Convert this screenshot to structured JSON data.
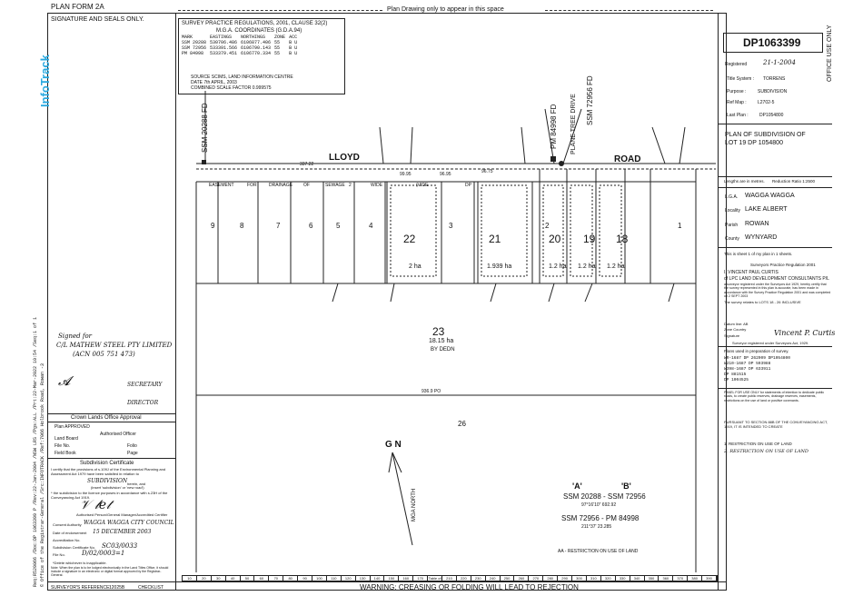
{
  "header": {
    "plan_form": "PLAN FORM 2A",
    "sig_title": "SIGNATURE AND SEALS ONLY.",
    "plan_drawing_note": "Plan Drawing only to appear in this space",
    "office_use": "OFFICE USE ONLY"
  },
  "watermark": {
    "brand": "InfoTrack"
  },
  "left_margin_text": "Req:R529066 /Doc:DP 1063399 P /Rev:22-Jan-2004 /NSW LRS /Pgs:ALL /Prt:22-Mar-2022 10:54 /Seq:1 of 1",
  "left_margin_text2": "© Office of the Registrar-General /Src:INFOTRACK /Ref:7066 Holbrook Road, Rowan -3",
  "signatures": {
    "signed": "Signed for",
    "company": "C/L MATHEW STEEL PTY LIMITED",
    "acn": "(ACN 005 751 473)",
    "secretary": "SECRETARY",
    "director": "DIRECTOR"
  },
  "crown_lands": {
    "title": "Crown Lands Office Approval",
    "plan_approved": "Plan APPROVED",
    "authorised": "Authorised Officer",
    "land_board": "Land Board",
    "file_no": "File No.",
    "folio": "Folio",
    "field_book": "Field Book",
    "page": "Page"
  },
  "subdivision_cert": {
    "title": "Subdivision Certificate",
    "body": "I certify that the provisions of s.109J of the Environmental Planning and Assessment Act 1979 have been satisfied in relation to",
    "proposed": "SUBDIVISION",
    "herein": "herein, and",
    "insert": "(insert 'subdivision' or 'new road')",
    "note": "* the subdivision to the licence purposes in accordance with s.23H of the Conveyancing Act 1919.",
    "authorised": "Authorised Person/General Manager/Accredited Certifier",
    "consent_authority_label": "Consent Authority",
    "consent_authority": "WAGGA WAGGA CITY COUNCIL",
    "date_label": "Date of endorsement",
    "date": "15 DECEMBER 2003",
    "accreditation_label": "Accreditation No.",
    "cert_no_label": "Subdivision Certificate No.",
    "cert_no": "SC03/0033",
    "file_no_label": "File No.",
    "file_no": "D/02/0003=1",
    "delete": "*Delete whichever is inapplicable.",
    "footnote": "Note: When the plan is to be lodged electronically in the Land Titles Office, it should include a signature in an electronic or digital format approved by the Registrar-General."
  },
  "footer": {
    "surveyors_ref": "SURVEYOR'S REFERENCE:",
    "ref_value": "12025B",
    "checklist": "CHECKLIST",
    "warning": "WARNING: CREASING OR FOLDING WILL LEAD TO REJECTION",
    "ruler_marks": [
      "10",
      "20",
      "30",
      "40",
      "50",
      "60",
      "70",
      "80",
      "90",
      "100",
      "110",
      "120",
      "130",
      "140",
      "150",
      "160",
      "170",
      "Table of mm",
      "210",
      "220",
      "230",
      "240",
      "250",
      "260",
      "270",
      "280",
      "290",
      "300",
      "310",
      "320",
      "330",
      "340",
      "350",
      "360",
      "370",
      "380",
      "390"
    ]
  },
  "coord_table": {
    "title": "SURVEY PRACTICE REGULATIONS, 2001, CLAUSE 32(2)",
    "subtitle": "M.G.A. COORDINATES (G.D.A.94)",
    "columns": [
      "MARK",
      "EASTINGS",
      "NORTHINGS",
      "ZONE",
      "ACC"
    ],
    "rows": [
      [
        "SSM 20288",
        "530706.486",
        "6106877.406",
        "55",
        "B U"
      ],
      [
        "SSM 72956",
        "533391.566",
        "6106790.143",
        "55",
        "B U"
      ],
      [
        "PM 84998",
        "533379.451",
        "6106770.334",
        "55",
        "B U"
      ]
    ],
    "source": "SOURCE  SCIMS, LAND INFORMATION CENTRE",
    "date": "DATE   7th APRIL, 2003",
    "factor": "COMBINED SCALE FACTOR  0.999575"
  },
  "plan": {
    "road_name_1": "LLOYD",
    "road_name_2": "ROAD",
    "street": "PLANE TREE DRIVE",
    "lots": [
      {
        "num": "9"
      },
      {
        "num": "8"
      },
      {
        "num": "7"
      },
      {
        "num": "6"
      },
      {
        "num": "5"
      },
      {
        "num": "4"
      },
      {
        "num": "22",
        "area": "2 ha"
      },
      {
        "num": "3"
      },
      {
        "num": "21",
        "area": "1.939 ha"
      },
      {
        "num": "2"
      },
      {
        "num": "20",
        "area": "1.2 ha"
      },
      {
        "num": "19",
        "area": "1.2 ha"
      },
      {
        "num": "18",
        "area": "1.2 ha"
      },
      {
        "num": "1"
      }
    ],
    "easement_labels": [
      "EASEMENT",
      "FOR",
      "DRAINAGE",
      "OF",
      "SEWAGE",
      "2",
      "WIDE",
      "(VIDE",
      "DP"
    ],
    "lot23": {
      "num": "23",
      "area": "18.15 ha",
      "by": "BY DEDN"
    },
    "lot26": "26",
    "dims": {
      "top": "337.22",
      "bottom": "936.9 PO",
      "d1": "99.95",
      "d2": "96.95",
      "d3": "96.75"
    },
    "north": "G N",
    "mga_north": "MGA NORTH",
    "ssm_20288_fd": "SSM 20288 FD",
    "ssm_72956_fd": "SSM 72956 FD",
    "pm_84998_fd": "PM 84998 FD",
    "bearing_note": {
      "a_label": "'A'",
      "b_label": "'B'",
      "line1": "SSM 20288 - SSM 72956",
      "line1_vals": "97°16'10\"     692.92",
      "line2": "SSM 72956 - PM 84998",
      "line2_vals": "211°37'      23.285"
    },
    "restriction_note": "AA - RESTRICTION ON USE OF LAND"
  },
  "right_panel": {
    "dp": "DP1063399",
    "registered_label": "Registered",
    "registered_date": "21-1-2004",
    "title_system_label": "Title System :",
    "title_system": "TORRENS",
    "purpose_label": "Purpose :",
    "purpose": "SUBDIVISION",
    "ref_map_label": "Ref Map :",
    "ref_map": "L2702-5",
    "last_plan_label": "Last Plan :",
    "last_plan": "DP1054800",
    "plan_of_1": "PLAN OF SUBDIVISION OF",
    "plan_of_2": "LOT 19 DP 1054800",
    "lengths": "Lengths are in metres.",
    "reduction": "Reduction Ratio 1:2500",
    "lga_label": "L.G.A.",
    "lga": "WAGGA WAGGA",
    "locality_label": "Locality",
    "locality": "LAKE ALBERT",
    "parish_label": "Parish",
    "parish": "ROWAN",
    "county_label": "County",
    "county": "WYNYARD",
    "sheet": "This is sheet 1 of my plan in 1 sheets.",
    "surveyors_reg": "Surveyors Practice Regulation 2001",
    "surveyor_name": "I, VINCENT PAUL CURTIS",
    "surveyor_firm": "of LPC LAND DEVELOPMENT CONSULTANTS P/L",
    "cert_text": "a surveyor registered under the Surveyors Act 1929, hereby certify that the survey represented in this plan is accurate, has been made in accordance with the Survey Practice Regulation 2001 and was completed on 2 SEPT 2003",
    "relates": "The survey relates to LOTS 18 - 26 INCLUSIVE",
    "datum": "Datum line: AB",
    "zone_country": "Zone Country",
    "signature_label": "Signature",
    "signature": "Vincent P. Curtis",
    "surveyor_registered": "Surveyor registered under Surveyors Act, 1929.",
    "plans_used": "Plans used in preparation of survey.",
    "plans_list": [
      "WR-1687   DP 262909 DP1054800",
      "W210-1687  DP 593988",
      "W398-1687  DP 633911",
      "           DP 881515",
      "           DP 1004525"
    ],
    "panel_use": "PANEL FOR USE ONLY for statements of intention to dedicate public roads, to create public reserves, drainage reserves, easements, restrictions on the use of land or positive covenants.",
    "pursuant": "PURSUANT TO SECTION 88B OF THE CONVEYANCING ACT, 1919, IT IS INTENDED TO CREATE",
    "item1": "1. RESTRICTION ON USE OF LAND",
    "item2": "2. RESTRICTION ON USE OF LAND"
  }
}
